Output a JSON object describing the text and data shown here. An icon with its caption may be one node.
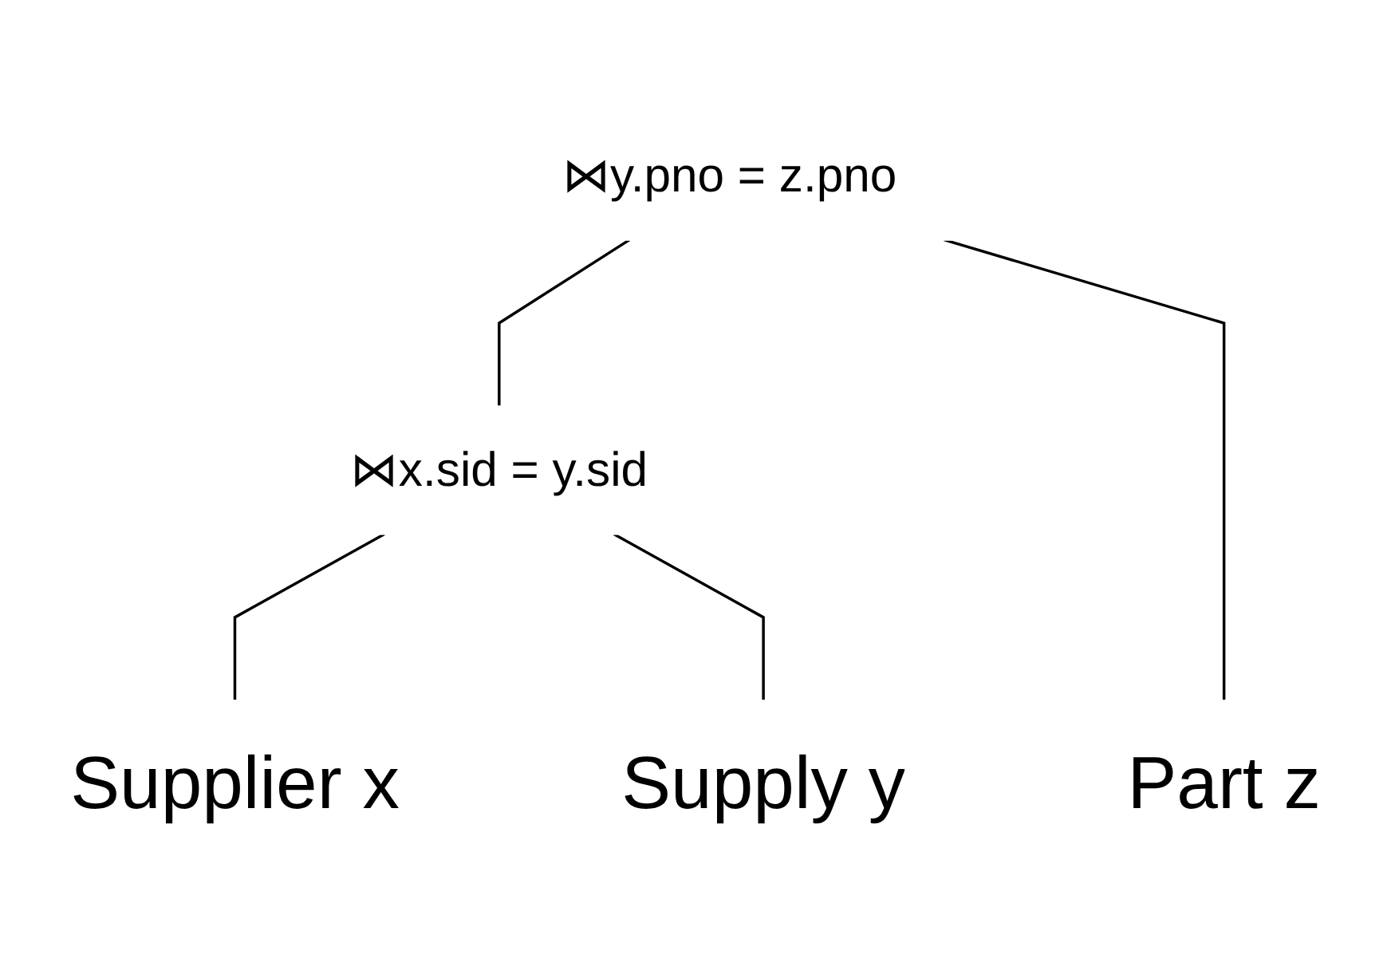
{
  "diagram": {
    "nodes": [
      {
        "text": [
          "⋈y.pno = z.pno"
        ]
      },
      {
        "text": [
          "⋈x.sid = y.sid"
        ]
      },
      {
        "text": [
          "Supplier x"
        ]
      },
      {
        "text": [
          "Supply y"
        ]
      },
      {
        "text": [
          "Part z"
        ]
      }
    ],
    "edges": [
      {
        "from": 0,
        "to": 1,
        "arrow": "none"
      },
      {
        "from": 0,
        "to": 4,
        "arrow": "none"
      },
      {
        "from": 1,
        "to": 2,
        "arrow": "none"
      },
      {
        "from": 1,
        "to": 3,
        "arrow": "none"
      }
    ]
  }
}
